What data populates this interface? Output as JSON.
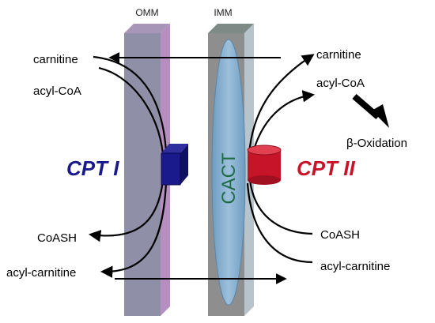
{
  "membranes": {
    "outer": "OMM",
    "inner": "IMM"
  },
  "transporter": "CACT",
  "enzymes": {
    "cpt1": "CPT I",
    "cpt2": "CPT II"
  },
  "left_labels": {
    "carnitine": "carnitine",
    "acyl_coa": "acyl-CoA",
    "coash": "CoASH",
    "acyl_carnitine": "acyl-carnitine"
  },
  "right_labels": {
    "carnitine": "carnitine",
    "acyl_coa": "acyl-CoA",
    "beta_oxidation": "β-Oxidation",
    "coash": "CoASH",
    "acyl_carnitine": "acyl-carnitine"
  },
  "colors": {
    "cpt1": "#1a1a8c",
    "cpt2": "#c81428",
    "cact_text": "#1f6b45",
    "cact_fill": "#7fa8c8",
    "omm_front": "#8f8fa8",
    "omm_side": "#b68fc0",
    "imm_front": "#8e8e8e",
    "imm_side": "#b8c4cc"
  }
}
